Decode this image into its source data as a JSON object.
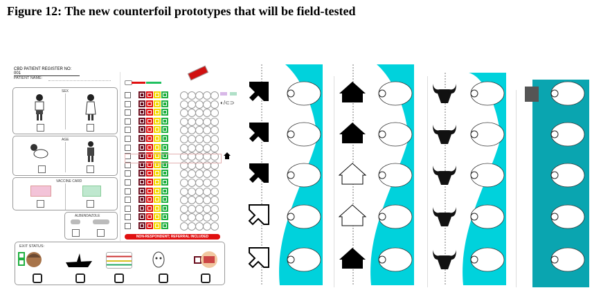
{
  "figure": {
    "title": "Figure 12: The new counterfoil prototypes that will be field-tested"
  },
  "register": {
    "heading": "CBD PATIENT REGISTER NO: 001",
    "patient_name_label": "Patient Name:",
    "sex_label": "Sex",
    "age_label": "Age",
    "vaccine_label": "Vaccine card",
    "albendazole_label": "Albendazole",
    "exit_status_label": "Exit Status:",
    "referral_banner": "Non-Respondent; referral included",
    "muac_colors": [
      "#6b1020",
      "#e01010",
      "#f5d800",
      "#20b040"
    ],
    "visit_rows": 16,
    "exit_options": [
      "cured",
      "died",
      "non-respondent",
      "defaulter",
      "referred"
    ]
  },
  "counterfoils": [
    {
      "name": "arrow",
      "symbols": [
        "arrow-filled",
        "arrow-filled",
        "arrow-filled",
        "arrow-outline",
        "arrow-outline"
      ],
      "accent": "#00d2dc"
    },
    {
      "name": "house",
      "symbols": [
        "house-filled",
        "house-filled",
        "house-outline",
        "house-outline",
        "house-filled"
      ],
      "accent": "#00d2dc"
    },
    {
      "name": "bull",
      "symbols": [
        "bull",
        "bull",
        "bull",
        "bull",
        "bull"
      ],
      "accent": "#00d2dc"
    },
    {
      "name": "teal",
      "symbols": [],
      "accent": "#0aa5b0"
    }
  ]
}
